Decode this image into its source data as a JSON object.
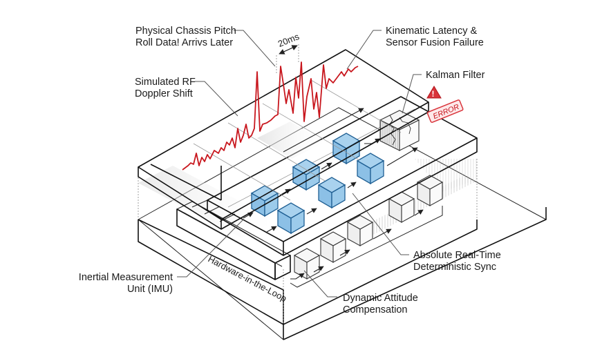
{
  "diagram": {
    "labels": {
      "chassis_pitch_line1": "Physical Chassis Pitch",
      "chassis_pitch_line2": "Roll Data! Arrivs Later",
      "kinematic_line1": "Kinematic Latency &",
      "kinematic_line2": "Sensor Fusion Failure",
      "rf_line1": "Simulated RF",
      "rf_line2": "Doppler Shift",
      "kalman": "Kalman Filter",
      "sync_line1": "Absolute Real-Time",
      "sync_line2": "Deterministic Sync",
      "imu_line1": "Inertial Measurement",
      "imu_line2": "Unit (IMU)",
      "attitude_line1": "Dynamic Attitude",
      "attitude_line2": "Compensation",
      "hil": "Hardware-in-the-Loop",
      "timing": "20ms",
      "error_badge": "ERROR",
      "warning_glyph": "!"
    },
    "colors": {
      "signal": "#c8161d",
      "cube_blue": "#a9d2ee",
      "cube_stroke": "#1f5f93",
      "error_red": "#d9333a"
    },
    "icons": {
      "warning": "warning-triangle-icon",
      "error": "error-badge-icon"
    }
  }
}
